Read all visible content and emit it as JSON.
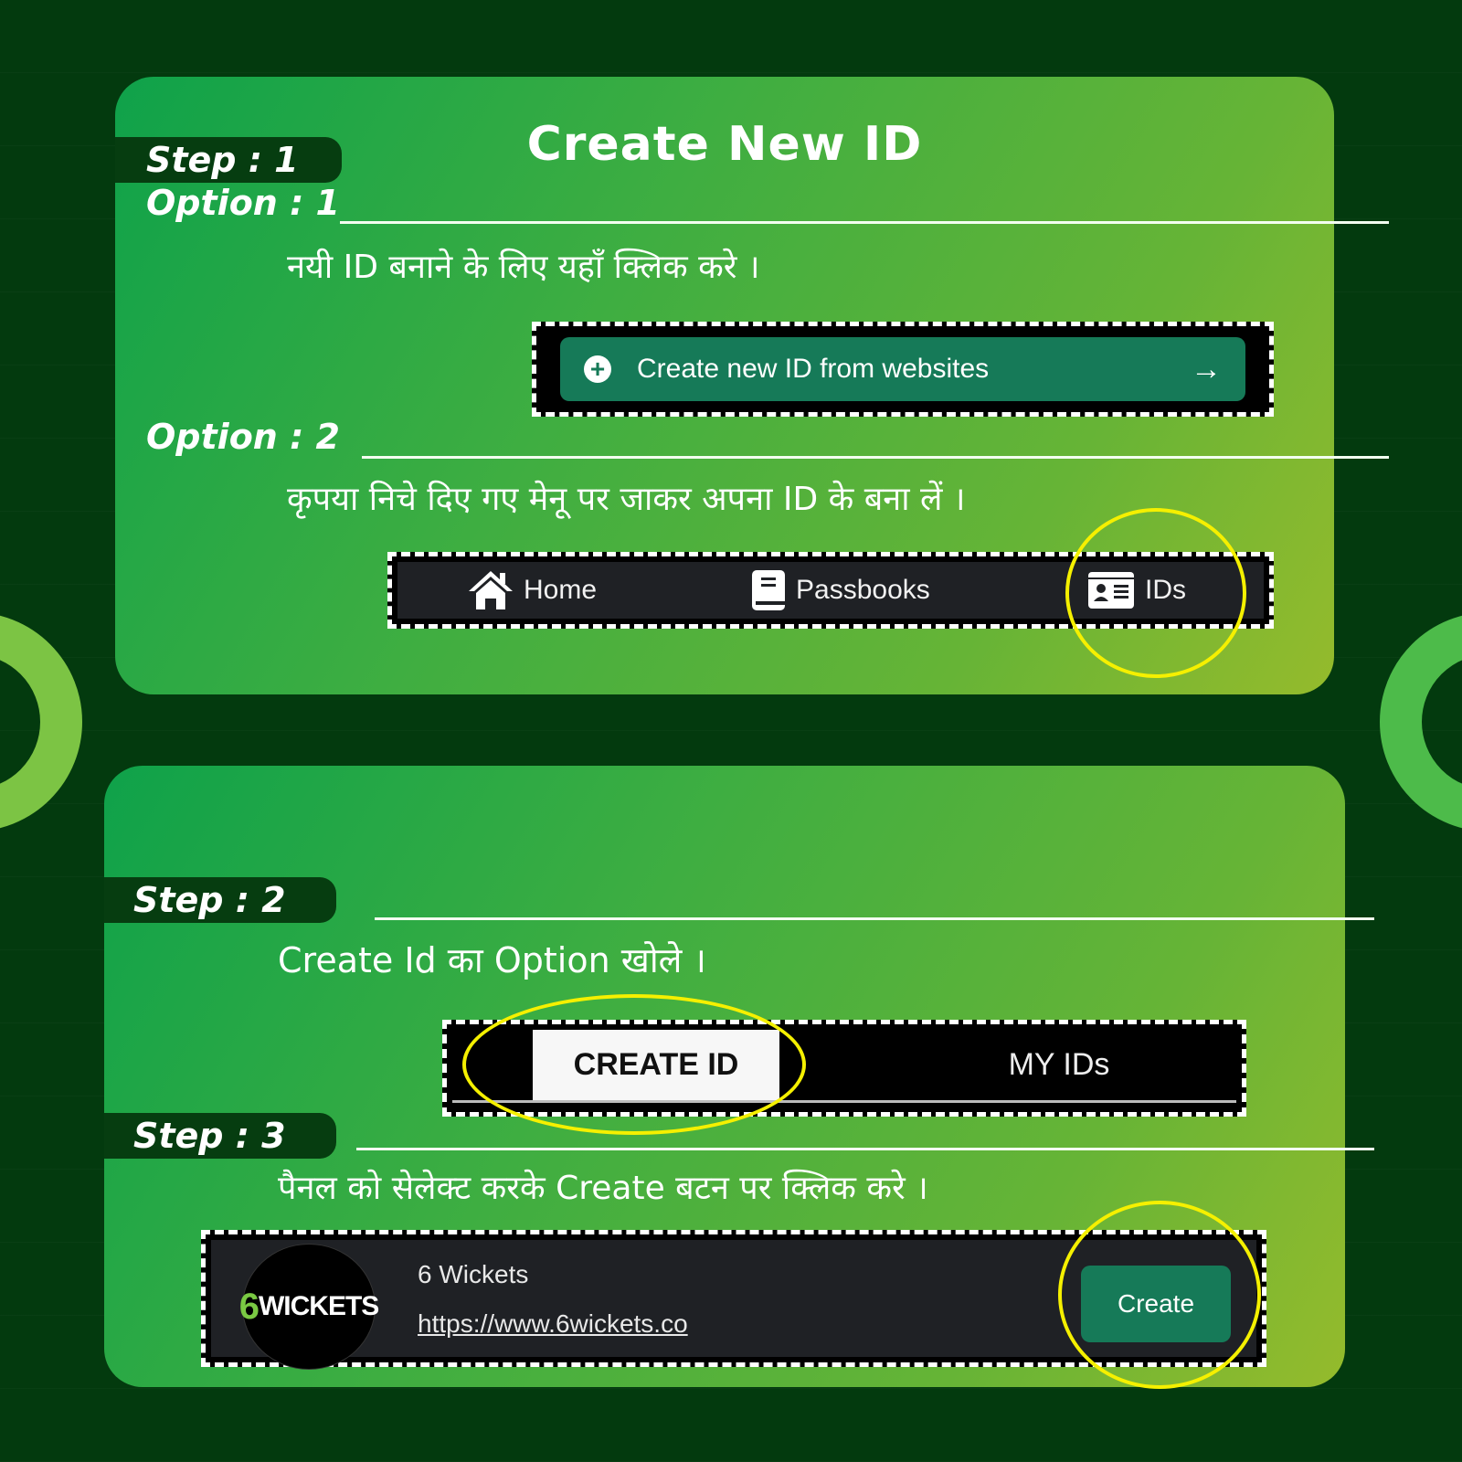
{
  "title": "Create New ID",
  "step1": {
    "label": "Step : 1",
    "option1": {
      "label": "Option : 1",
      "instruction": "नयी ID बनाने के लिए यहाँ क्लिक करे ।",
      "button_label": "Create new ID from websites",
      "button_icon": "plus-circle-icon",
      "button_arrow": "→"
    },
    "option2": {
      "label": "Option : 2",
      "instruction": "कृपया निचे दिए गए मेनू पर जाकर अपना ID के बना लें ।",
      "nav": [
        {
          "label": "Home",
          "icon": "home-icon"
        },
        {
          "label": "Passbooks",
          "icon": "book-icon"
        },
        {
          "label": "IDs",
          "icon": "id-card-icon",
          "highlighted": true
        }
      ]
    }
  },
  "step2": {
    "label": "Step : 2",
    "instruction": "Create Id का Option खोले ।",
    "tabs": [
      {
        "label": "CREATE ID",
        "active": true,
        "highlighted": true
      },
      {
        "label": "MY IDs",
        "active": false
      }
    ]
  },
  "step3": {
    "label": "Step : 3",
    "instruction": "पैनल को सेलेक्ट करके Create बटन पर क्लिक करे ।",
    "panel": {
      "logo_six": "6",
      "logo_text": "WICKETS",
      "name": "6 Wickets",
      "url": "https://www.6wickets.co",
      "button_label": "Create"
    }
  },
  "colors": {
    "background": "#033a0e",
    "card_gradient_start": "#0fa24a",
    "card_gradient_end": "#95bb2c",
    "pill": "#063d10",
    "button_green": "#167a58",
    "highlight_yellow": "#f5f000",
    "dark_panel": "#1f2125"
  }
}
